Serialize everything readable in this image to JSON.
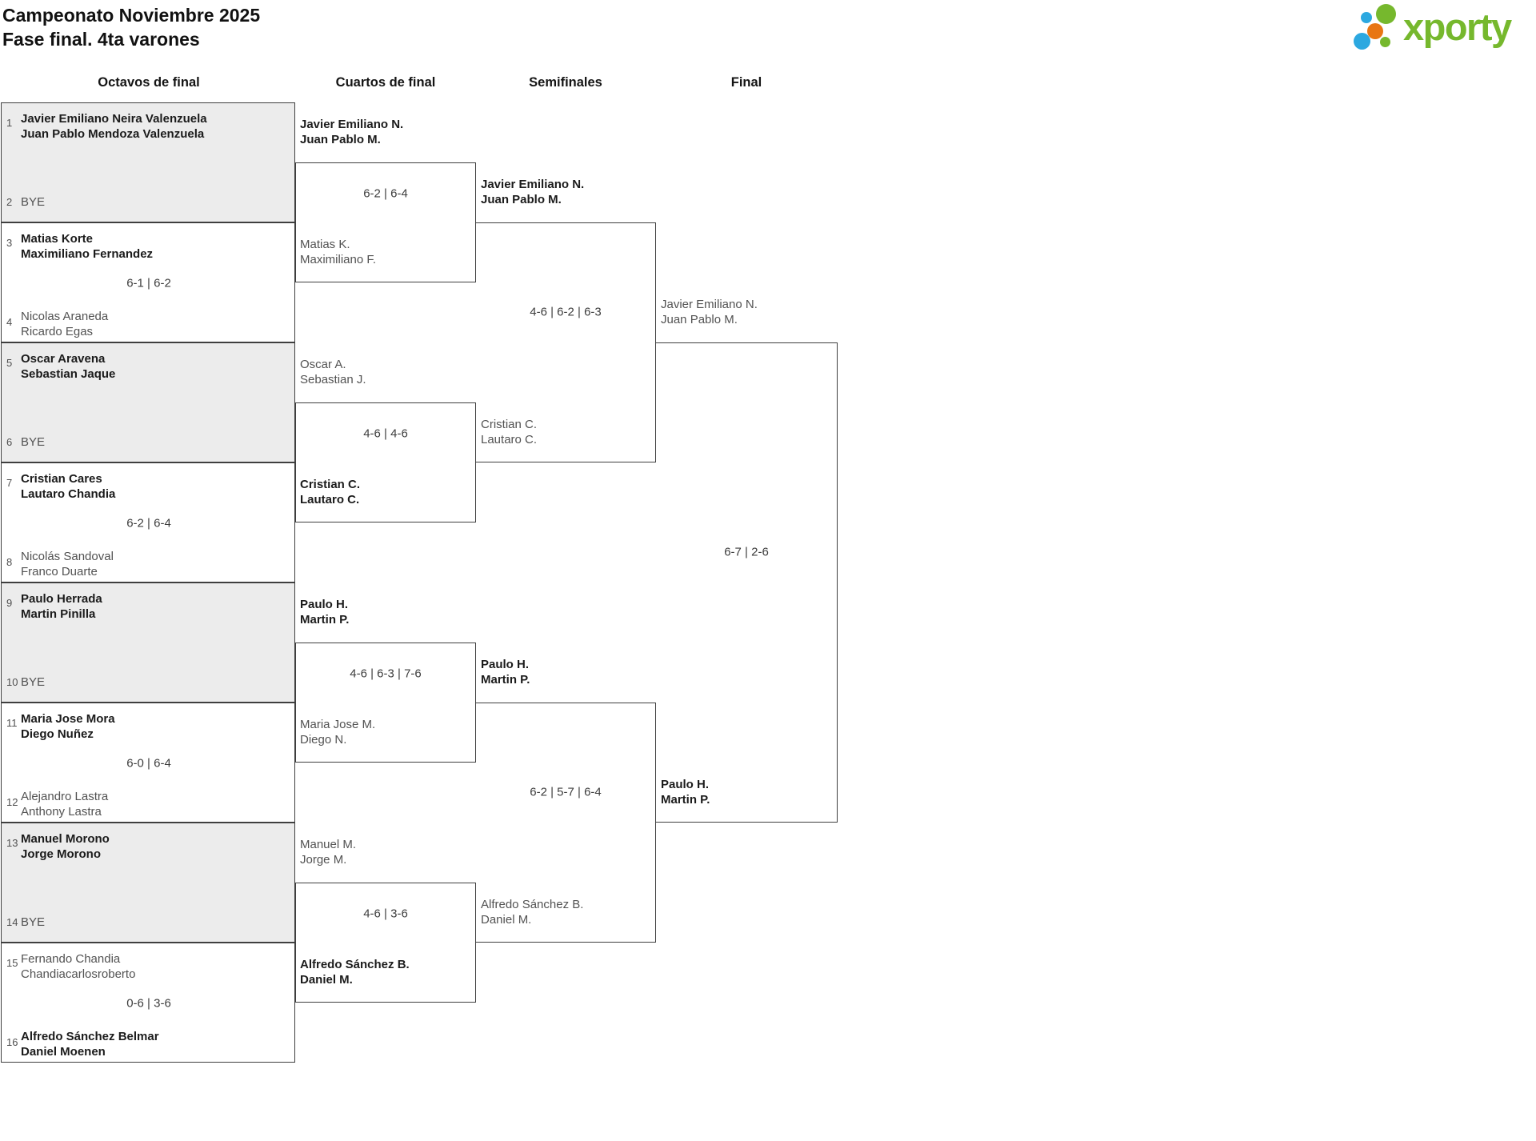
{
  "header": {
    "title": "Campeonato Noviembre 2025",
    "subtitle": "Fase final. 4ta varones",
    "logo_text": "xporty"
  },
  "rounds": {
    "labels": [
      "Octavos de final",
      "Cuartos de final",
      "Semifinales",
      "Final"
    ]
  },
  "r16": [
    {
      "seed": "1",
      "l1": "Javier Emiliano Neira Valenzuela",
      "l2": "Juan Pablo Mendoza Valenzuela"
    },
    {
      "seed": "2",
      "l1": "BYE"
    },
    {
      "seed": "3",
      "l1": "Matias Korte",
      "l2": "Maximiliano Fernandez"
    },
    {
      "seed": "4",
      "l1": "Nicolas Araneda",
      "l2": "Ricardo Egas"
    },
    {
      "seed": "5",
      "l1": "Oscar Aravena",
      "l2": "Sebastian Jaque"
    },
    {
      "seed": "6",
      "l1": "BYE"
    },
    {
      "seed": "7",
      "l1": "Cristian Cares",
      "l2": "Lautaro Chandia"
    },
    {
      "seed": "8",
      "l1": "Nicolás Sandoval",
      "l2": "Franco Duarte"
    },
    {
      "seed": "9",
      "l1": "Paulo Herrada",
      "l2": "Martin Pinilla"
    },
    {
      "seed": "10",
      "l1": "BYE"
    },
    {
      "seed": "11",
      "l1": "Maria Jose Mora",
      "l2": "Diego Nuñez"
    },
    {
      "seed": "12",
      "l1": "Alejandro Lastra",
      "l2": "Anthony Lastra"
    },
    {
      "seed": "13",
      "l1": "Manuel Morono",
      "l2": "Jorge Morono"
    },
    {
      "seed": "14",
      "l1": "BYE"
    },
    {
      "seed": "15",
      "l1": "Fernando Chandia",
      "l2": "Chandiacarlosroberto"
    },
    {
      "seed": "16",
      "l1": "Alfredo Sánchez Belmar",
      "l2": "Daniel Moenen"
    }
  ],
  "r16_scores": [
    "6-1 | 6-2",
    "6-2 | 6-4",
    "6-0 | 6-4",
    "0-6 | 3-6"
  ],
  "qf": [
    {
      "l1": "Javier Emiliano N.",
      "l2": "Juan Pablo M."
    },
    {
      "l1": "Matias K.",
      "l2": "Maximiliano F."
    },
    {
      "l1": "Oscar A.",
      "l2": "Sebastian J."
    },
    {
      "l1": "Cristian C.",
      "l2": "Lautaro C."
    },
    {
      "l1": "Paulo H.",
      "l2": "Martin P."
    },
    {
      "l1": "Maria Jose M.",
      "l2": "Diego N."
    },
    {
      "l1": "Manuel M.",
      "l2": "Jorge M."
    },
    {
      "l1": "Alfredo Sánchez B.",
      "l2": "Daniel M."
    }
  ],
  "qf_scores": [
    "6-2 | 6-4",
    "4-6 | 4-6",
    "4-6 | 6-3 | 7-6",
    "4-6 | 3-6"
  ],
  "sf": [
    {
      "l1": "Javier Emiliano N.",
      "l2": "Juan Pablo M."
    },
    {
      "l1": "Cristian C.",
      "l2": "Lautaro C."
    },
    {
      "l1": "Paulo H.",
      "l2": "Martin P."
    },
    {
      "l1": "Alfredo Sánchez B.",
      "l2": "Daniel M."
    }
  ],
  "sf_scores": [
    "4-6 | 6-2 | 6-3",
    "6-2 | 5-7 | 6-4"
  ],
  "final": [
    {
      "l1": "Javier Emiliano N.",
      "l2": "Juan Pablo M."
    },
    {
      "l1": "Paulo H.",
      "l2": "Martin P."
    }
  ],
  "final_score": "6-7 | 2-6",
  "colors": {
    "accent_green": "#76b82d",
    "accent_blue": "#2ca8e0",
    "accent_orange": "#e87613",
    "bye_fill": "#ececec",
    "line": "#3f3f3f"
  }
}
